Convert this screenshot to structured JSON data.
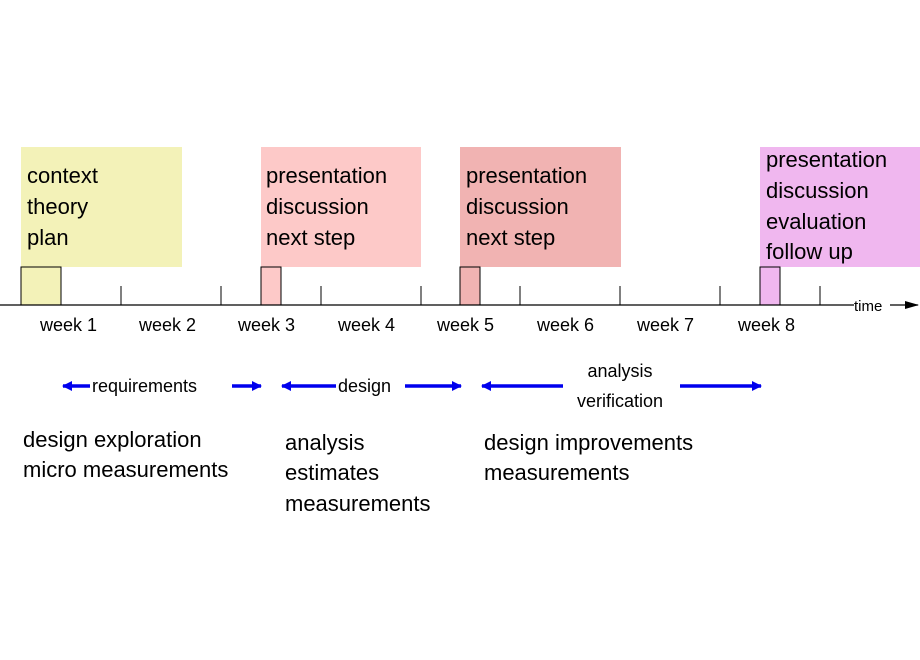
{
  "colors": {
    "yellow": "#f3f2b8",
    "pink": "#fdc9c8",
    "rose": "#f1b3b2",
    "violet": "#f0b7ef",
    "arrow": "#0000ee",
    "line": "#000000"
  },
  "milestones": [
    {
      "lines": [
        "context",
        "theory",
        "plan"
      ],
      "color": "yellow"
    },
    {
      "lines": [
        "presentation",
        "discussion",
        "next step"
      ],
      "color": "pink"
    },
    {
      "lines": [
        "presentation",
        "discussion",
        "next step"
      ],
      "color": "rose"
    },
    {
      "lines": [
        "presentation",
        "discussion",
        "evaluation",
        "follow up"
      ],
      "color": "violet"
    }
  ],
  "weeks": [
    "week 1",
    "week 2",
    "week 3",
    "week 4",
    "week 5",
    "week 6",
    "week 7",
    "week 8"
  ],
  "axis_label": "time",
  "phases": [
    {
      "labels": [
        "requirements"
      ],
      "activities": [
        "design exploration",
        "micro measurements"
      ]
    },
    {
      "labels": [
        "design"
      ],
      "activities": [
        "analysis",
        "estimates",
        "measurements"
      ]
    },
    {
      "labels": [
        "analysis",
        "verification"
      ],
      "activities": [
        "design improvements",
        "measurements"
      ]
    }
  ]
}
